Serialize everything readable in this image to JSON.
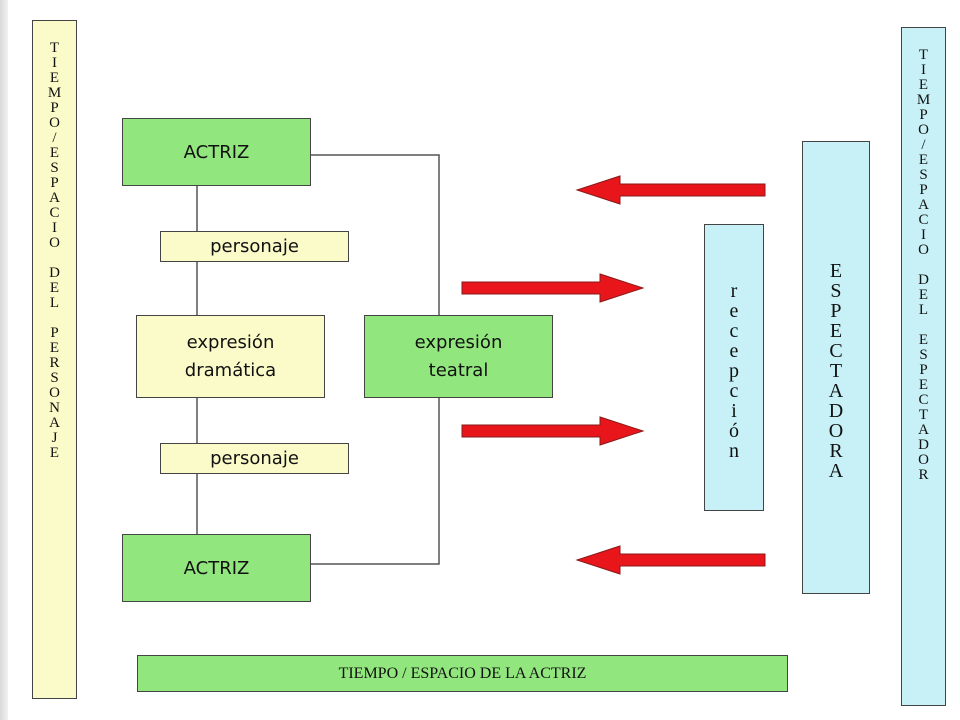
{
  "left_band": {
    "lines": [
      "T",
      "I",
      "E",
      "M",
      "P",
      "O",
      "/",
      "E",
      "S",
      "P",
      "A",
      "C",
      "I",
      "O",
      " ",
      "D",
      "E",
      "L",
      " ",
      "P",
      "E",
      "R",
      "S",
      "O",
      "N",
      "A",
      "J",
      "E"
    ]
  },
  "right_band": {
    "lines": [
      "T",
      "I",
      "E",
      "M",
      "P",
      "O",
      "/",
      "E",
      "S",
      "P",
      "A",
      "C",
      "I",
      "O",
      " ",
      "D",
      "E",
      "L",
      " ",
      "E",
      "S",
      "P",
      "E",
      "C",
      "T",
      "A",
      "D",
      "O",
      "R"
    ]
  },
  "actriz_top": "ACTRIZ",
  "personaje_top": "personaje",
  "expresion_dramatica": [
    "expresión",
    "dramática"
  ],
  "personaje_bottom": "personaje",
  "actriz_bottom": "ACTRIZ",
  "expresion_teatral": [
    "expresión",
    "teatral"
  ],
  "recepcion": {
    "letters": [
      "r",
      "e",
      "c",
      "e",
      "p",
      "c",
      "i",
      "ó",
      "n"
    ]
  },
  "espectadora": {
    "letters": [
      "E",
      "S",
      "P",
      "E",
      "C",
      "T",
      "A",
      "D",
      "O",
      "R",
      "A"
    ]
  },
  "bottom_band": "TIEMPO / ESPACIO DE LA ACTRIZ",
  "colors": {
    "green": "#92e67e",
    "yellow": "#fbfbc9",
    "cyan": "#c7f1f7",
    "arrow": "#e8151b"
  }
}
